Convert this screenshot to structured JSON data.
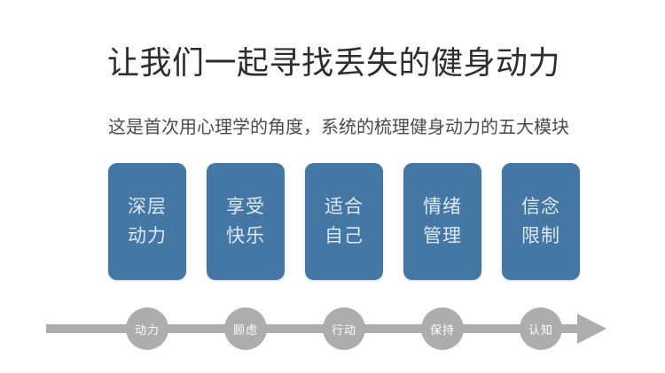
{
  "slide": {
    "title": "让我们一起寻找丢失的健身动力",
    "subtitle": "这是首次用心理学的角度，系统的梳理健身动力的五大模块",
    "modules": [
      {
        "line1": "深层",
        "line2": "动力"
      },
      {
        "line1": "享受",
        "line2": "快乐"
      },
      {
        "line1": "适合",
        "line2": "自己"
      },
      {
        "line1": "情绪",
        "line2": "管理"
      },
      {
        "line1": "信念",
        "line2": "限制"
      }
    ],
    "timeline": {
      "nodes": [
        {
          "label": "动力"
        },
        {
          "label": "顾虑"
        },
        {
          "label": "行动"
        },
        {
          "label": "保持"
        },
        {
          "label": "认知"
        }
      ]
    },
    "colors": {
      "background": "#ffffff",
      "title_color": "#2d2d2d",
      "subtitle_color": "#4b4b4b",
      "module_bg": "#4577a4",
      "module_text": "#dce8f2",
      "timeline_gray": "#adadad",
      "timeline_text": "#ffffff"
    }
  }
}
